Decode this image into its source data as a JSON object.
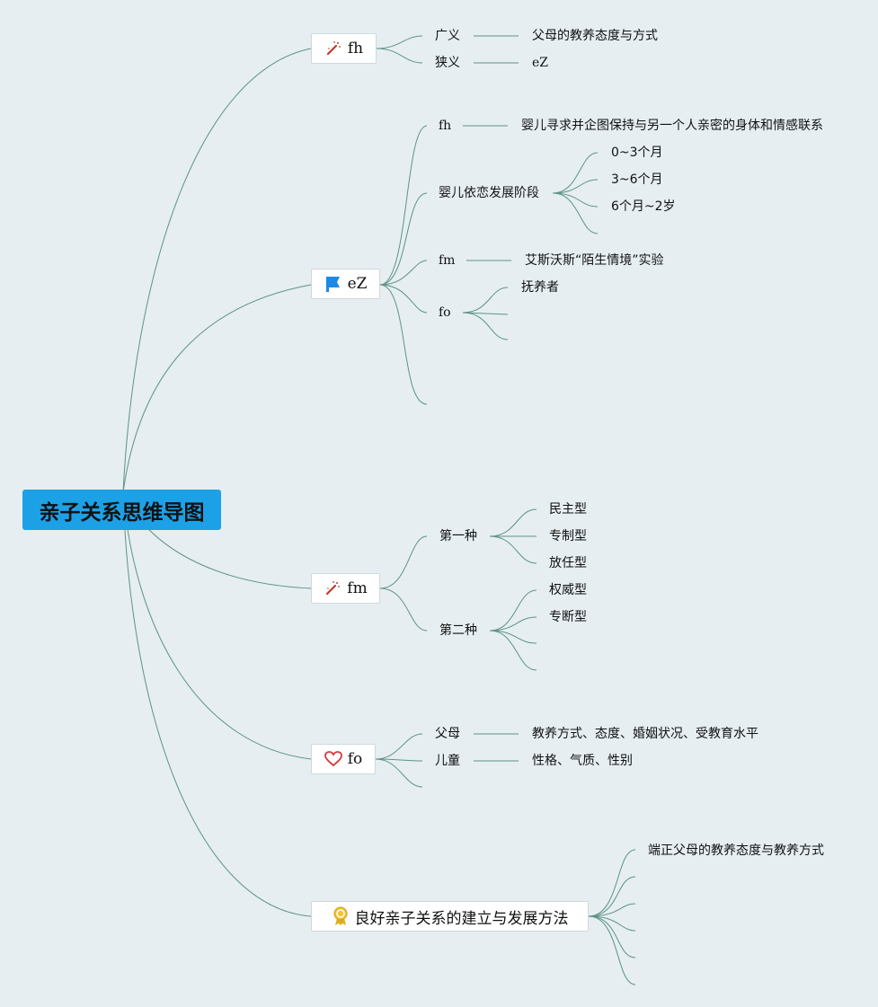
{
  "root": {
    "label": "亲子关系思维导图"
  },
  "branches": [
    {
      "label": "fh",
      "icon": "magic-wand-icon",
      "children": [
        {
          "label": "广义",
          "detail": "父母的教养态度与方式"
        },
        {
          "label": "狭义",
          "detail": "eZ"
        }
      ]
    },
    {
      "label": "eZ",
      "icon": "flag-icon",
      "children": [
        {
          "label": "fh",
          "detail": "婴儿寻求并企图保持与另一个人亲密的身体和情感联系"
        },
        {
          "label": "婴儿依恋发展阶段",
          "items": [
            "0~3个月",
            "3~6个月",
            "6个月~2岁"
          ]
        },
        {
          "label": "fm",
          "detail": "艾斯沃斯“陌生情境”实验"
        },
        {
          "label": "fo",
          "items": [
            "抚养者"
          ]
        }
      ]
    },
    {
      "label": "fm",
      "icon": "magic-wand-icon",
      "children": [
        {
          "label": "第一种",
          "items": [
            "民主型",
            "专制型",
            "放任型"
          ]
        },
        {
          "label": "第二种",
          "items": [
            "权威型",
            "专断型"
          ]
        }
      ]
    },
    {
      "label": "fo",
      "icon": "heart-icon",
      "children": [
        {
          "label": "父母",
          "detail": "教养方式、态度、婚姻状况、受教育水平"
        },
        {
          "label": "儿童",
          "detail": "性格、气质、性别"
        }
      ]
    },
    {
      "label": "良好亲子关系的建立与发展方法",
      "icon": "award-ribbon-icon",
      "children": [
        {
          "label": "端正父母的教养态度与教养方式"
        }
      ]
    }
  ],
  "colors": {
    "background": "#e6eef2",
    "root": "#1da1e6",
    "edge": "#5d9388"
  }
}
